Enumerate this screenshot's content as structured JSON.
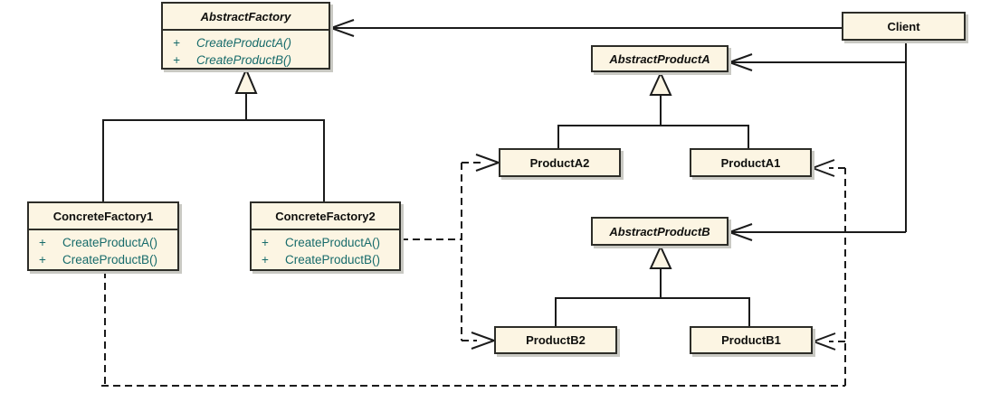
{
  "diagram": {
    "pattern": "Abstract Factory",
    "colors": {
      "box_fill": "#fcf5e3",
      "box_border": "#2d2d28",
      "line": "#1b1b1b",
      "method_text": "#176b6b",
      "title_text": "#0f0f0d",
      "shadow": "#c9c9c3",
      "background": "#ffffff"
    }
  },
  "classes": {
    "abstract_factory": {
      "name": "AbstractFactory",
      "methods": [
        {
          "visibility": "+",
          "signature": "CreateProductA()"
        },
        {
          "visibility": "+",
          "signature": "CreateProductB()"
        }
      ]
    },
    "client": {
      "name": "Client"
    },
    "abstract_product_a": {
      "name": "AbstractProductA"
    },
    "product_a2": {
      "name": "ProductA2"
    },
    "product_a1": {
      "name": "ProductA1"
    },
    "concrete_factory1": {
      "name": "ConcreteFactory1",
      "methods": [
        {
          "visibility": "+",
          "signature": "CreateProductA()"
        },
        {
          "visibility": "+",
          "signature": "CreateProductB()"
        }
      ]
    },
    "concrete_factory2": {
      "name": "ConcreteFactory2",
      "methods": [
        {
          "visibility": "+",
          "signature": "CreateProductA()"
        },
        {
          "visibility": "+",
          "signature": "CreateProductB()"
        }
      ]
    },
    "abstract_product_b": {
      "name": "AbstractProductB"
    },
    "product_b2": {
      "name": "ProductB2"
    },
    "product_b1": {
      "name": "ProductB1"
    }
  },
  "relationships": [
    {
      "type": "generalization",
      "from": "ConcreteFactory1",
      "to": "AbstractFactory"
    },
    {
      "type": "generalization",
      "from": "ConcreteFactory2",
      "to": "AbstractFactory"
    },
    {
      "type": "generalization",
      "from": "ProductA2",
      "to": "AbstractProductA"
    },
    {
      "type": "generalization",
      "from": "ProductA1",
      "to": "AbstractProductA"
    },
    {
      "type": "generalization",
      "from": "ProductB2",
      "to": "AbstractProductB"
    },
    {
      "type": "generalization",
      "from": "ProductB1",
      "to": "AbstractProductB"
    },
    {
      "type": "association",
      "from": "Client",
      "to": "AbstractFactory"
    },
    {
      "type": "association",
      "from": "Client",
      "to": "AbstractProductA"
    },
    {
      "type": "association",
      "from": "Client",
      "to": "AbstractProductB"
    },
    {
      "type": "dependency",
      "from": "ConcreteFactory2",
      "to": "ProductA2"
    },
    {
      "type": "dependency",
      "from": "ConcreteFactory2",
      "to": "ProductB2"
    },
    {
      "type": "dependency",
      "from": "ConcreteFactory1",
      "to": "ProductA1"
    },
    {
      "type": "dependency",
      "from": "ConcreteFactory1",
      "to": "ProductB1"
    }
  ]
}
